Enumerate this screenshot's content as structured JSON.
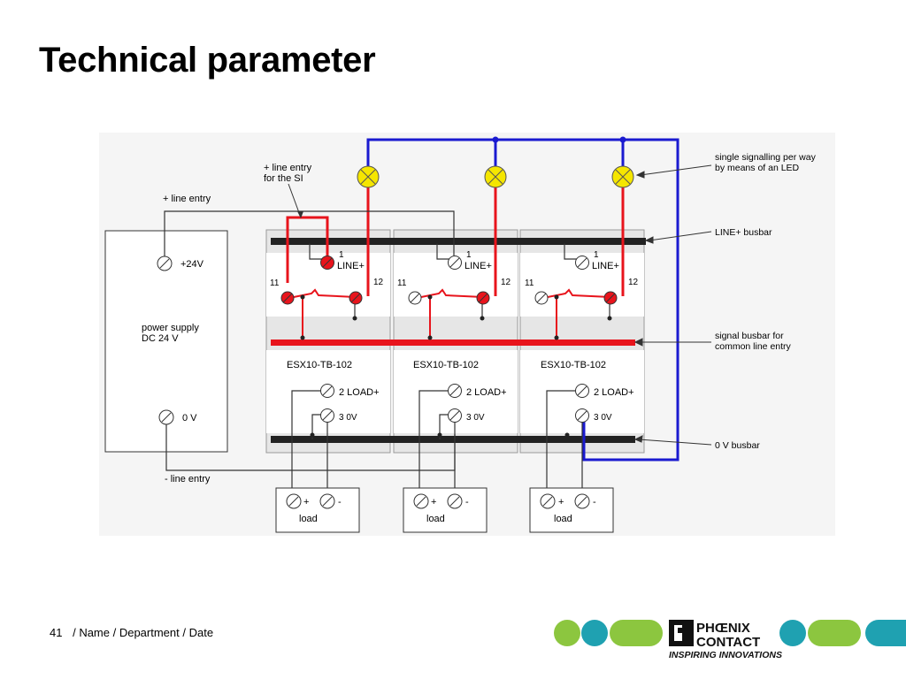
{
  "title": "Technical parameter",
  "footer": {
    "page_number": "41",
    "info": "/ Name / Department / Date"
  },
  "brand": {
    "name_line1": "PHŒNIX",
    "name_line2": "CONTACT",
    "tagline": "INSPIRING INNOVATIONS"
  },
  "diagram": {
    "labels": {
      "line_entry_plus": "+ line entry",
      "line_entry_si_1": "+ line entry",
      "line_entry_si_2": "for the SI",
      "plus_24v": "+24V",
      "power_supply_1": "power supply",
      "power_supply_2": "DC 24 V",
      "zero_v": "0 V",
      "line_entry_minus": "- line entry",
      "single_signalling_1": "single signalling per way",
      "single_signalling_2": "by means of an LED",
      "line_busbar": "LINE+ busbar",
      "signal_busbar_1": "signal busbar for",
      "signal_busbar_2": "common line entry",
      "zero_v_busbar": "0 V busbar"
    },
    "modules": [
      {
        "name": "ESX10-TB-102",
        "t1": "1",
        "t1_label": "LINE+",
        "t11": "11",
        "t12": "12",
        "t2_label": "2 LOAD+",
        "t3_label": "3 0V"
      },
      {
        "name": "ESX10-TB-102",
        "t1": "1",
        "t1_label": "LINE+",
        "t11": "11",
        "t12": "12",
        "t2_label": "2 LOAD+",
        "t3_label": "3 0V"
      },
      {
        "name": "ESX10-TB-102",
        "t1": "1",
        "t1_label": "LINE+",
        "t11": "11",
        "t12": "12",
        "t2_label": "2 LOAD+",
        "t3_label": "3 0V"
      }
    ],
    "loads": [
      {
        "plus": "+",
        "minus": "-",
        "label": "load"
      },
      {
        "plus": "+",
        "minus": "-",
        "label": "load"
      },
      {
        "plus": "+",
        "minus": "-",
        "label": "load"
      }
    ],
    "colors": {
      "red": "#e8141c",
      "blue": "#1a1ad0",
      "led_yellow": "#f5e600",
      "busbar": "#222222"
    }
  }
}
